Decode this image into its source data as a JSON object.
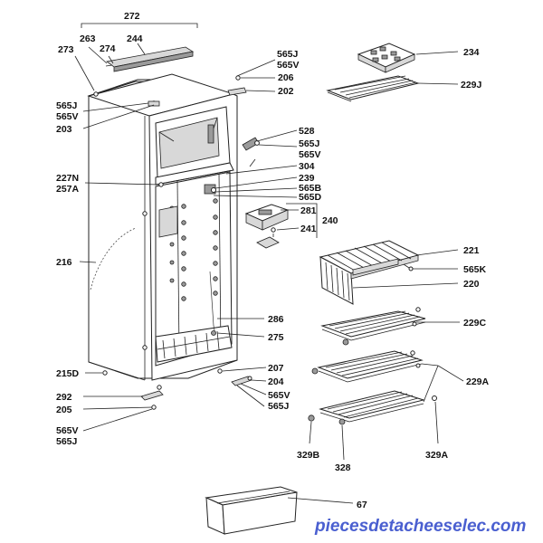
{
  "labels": {
    "l272": "272",
    "l263": "263",
    "l244": "244",
    "l274": "274",
    "l273": "273",
    "l565j_a": "565J",
    "l565v_a": "565V",
    "l206": "206",
    "l202": "202",
    "l234": "234",
    "l229j": "229J",
    "l565j_b": "565J",
    "l565v_b": "565V",
    "l203": "203",
    "l528": "528",
    "l565j_c": "565J",
    "l565v_c": "565V",
    "l304": "304",
    "l239": "239",
    "l565b": "565B",
    "l565d": "565D",
    "l227n": "227N",
    "l257a": "257A",
    "l281": "281",
    "l241": "241",
    "l240": "240",
    "l216": "216",
    "l221": "221",
    "l565k": "565K",
    "l220": "220",
    "l286": "286",
    "l275": "275",
    "l229c": "229C",
    "l215d": "215D",
    "l207": "207",
    "l204": "204",
    "l229a": "229A",
    "l565v_d": "565V",
    "l565j_d": "565J",
    "l292": "292",
    "l205": "205",
    "l565v_e": "565V",
    "l565j_e": "565J",
    "l329b": "329B",
    "l328": "328",
    "l329a": "329A",
    "l67": "67"
  },
  "watermark": "piecesdetacheeselec.com",
  "colors": {
    "watermark": "#4a5fd0",
    "line": "#222222"
  }
}
